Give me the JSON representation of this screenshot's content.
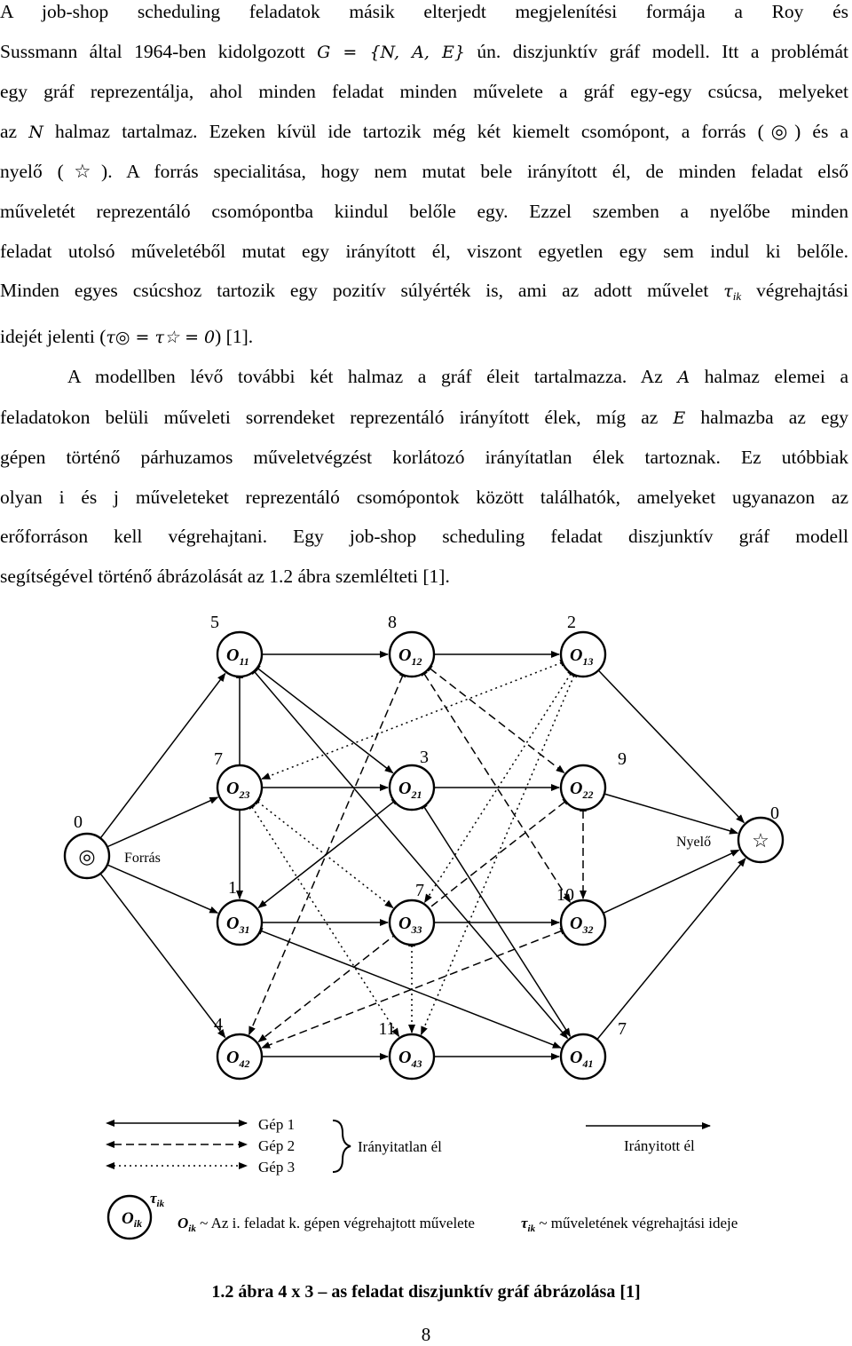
{
  "paragraph1": {
    "lines": [
      {
        "pre": "A job-shop scheduling feladatok másik elterjedt megjelenítési formája a Roy és"
      },
      {
        "pre": "Sussmann által 1964-ben kidolgozott ",
        "math": "G = {N, A, E}",
        "post": " ún. diszjunktív gráf modell. Itt a problémát"
      },
      {
        "pre": "egy gráf reprezentálja, ahol minden feladat minden művelete a gráf egy-egy csúcsa, melyeket"
      },
      {
        "pre": "az ",
        "math": "N",
        "post": " halmaz tartalmaz. Ezeken kívül ide tartozik még két kiemelt csomópont, a forrás (◎) és a"
      },
      {
        "pre": "nyelő (☆). A forrás specialitása, hogy nem mutat bele irányított él, de minden feladat első"
      },
      {
        "pre": "műveletét reprezentáló csomópontba kiindul belőle egy. Ezzel szemben a nyelőbe minden"
      },
      {
        "pre": "feladat utolsó műveletéből mutat egy irányított él, viszont egyetlen egy sem indul ki belőle."
      },
      {
        "pre": "Minden egyes csúcshoz tartozik egy pozitív súlyérték is, ami az adott művelet ",
        "math": "τ",
        "sub": "ik",
        "post": " végrehajtási"
      },
      {
        "pre": "idejét jelenti (",
        "math": "τ◎ = τ☆ = 0",
        "post": ") [1]."
      }
    ]
  },
  "paragraph2": {
    "lines": [
      {
        "pre": "A modellben lévő további két halmaz a gráf éleit tartalmazza. Az ",
        "math": "A",
        "post": " halmaz elemei a"
      },
      {
        "pre": "feladatokon belüli műveleti sorrendeket reprezentáló irányított élek, míg az ",
        "math": "E",
        "post": " halmazba az egy"
      },
      {
        "pre": "gépen történő párhuzamos műveletvégzést korlátozó irányítatlan élek tartoznak. Ez utóbbiak"
      },
      {
        "pre": "olyan i és j műveleteket reprezentáló csomópontok között találhatók, amelyeket ugyanazon az"
      },
      {
        "pre": "erőforráson kell végrehajtani. Egy job-shop scheduling feladat diszjunktív gráf modell"
      },
      {
        "pre": "segítségével történő ábrázolását az 1.2 ábra szemlélteti [1]."
      }
    ]
  },
  "figure": {
    "source": {
      "symbol": "◎",
      "label": "Forrás",
      "weight": "0"
    },
    "sink": {
      "symbol": "☆",
      "label": "Nyelő",
      "weight": "0"
    },
    "nodes": [
      {
        "id": "11",
        "label": "O",
        "sub": "11",
        "weight": "5"
      },
      {
        "id": "12",
        "label": "O",
        "sub": "12",
        "weight": "8"
      },
      {
        "id": "13",
        "label": "O",
        "sub": "13",
        "weight": "2"
      },
      {
        "id": "23",
        "label": "O",
        "sub": "23",
        "weight": "7"
      },
      {
        "id": "21",
        "label": "O",
        "sub": "21",
        "weight": "3"
      },
      {
        "id": "22",
        "label": "O",
        "sub": "22",
        "weight": "9"
      },
      {
        "id": "31",
        "label": "O",
        "sub": "31",
        "weight": "1"
      },
      {
        "id": "33",
        "label": "O",
        "sub": "33",
        "weight": "7"
      },
      {
        "id": "32",
        "label": "O",
        "sub": "32",
        "weight": "10"
      },
      {
        "id": "42",
        "label": "O",
        "sub": "42",
        "weight": "4"
      },
      {
        "id": "43",
        "label": "O",
        "sub": "43",
        "weight": "11"
      },
      {
        "id": "41",
        "label": "O",
        "sub": "41",
        "weight": "7"
      }
    ],
    "legend": {
      "machines": [
        "Gép 1",
        "Gép 2",
        "Gép 3"
      ],
      "undirected_label": "Irányitatlan él",
      "directed_label": "Irányitott él",
      "node_symbol": "O",
      "node_symbol_sub": "ik",
      "tau_symbol": "τ",
      "tau_sub": "ik",
      "node_desc_pre": "O",
      "node_desc_sub": "ik",
      "node_desc": " ~  Az i. feladat k. gépen végrehajtott művelete",
      "tau_desc_pre": "τ",
      "tau_desc_sub": "ik",
      "tau_desc": " ~  műveletének végrehajtási ideje"
    }
  },
  "caption": "1.2 ábra 4 x 3 – as feladat diszjunktív gráf ábrázolása [1]",
  "page_number": "8"
}
